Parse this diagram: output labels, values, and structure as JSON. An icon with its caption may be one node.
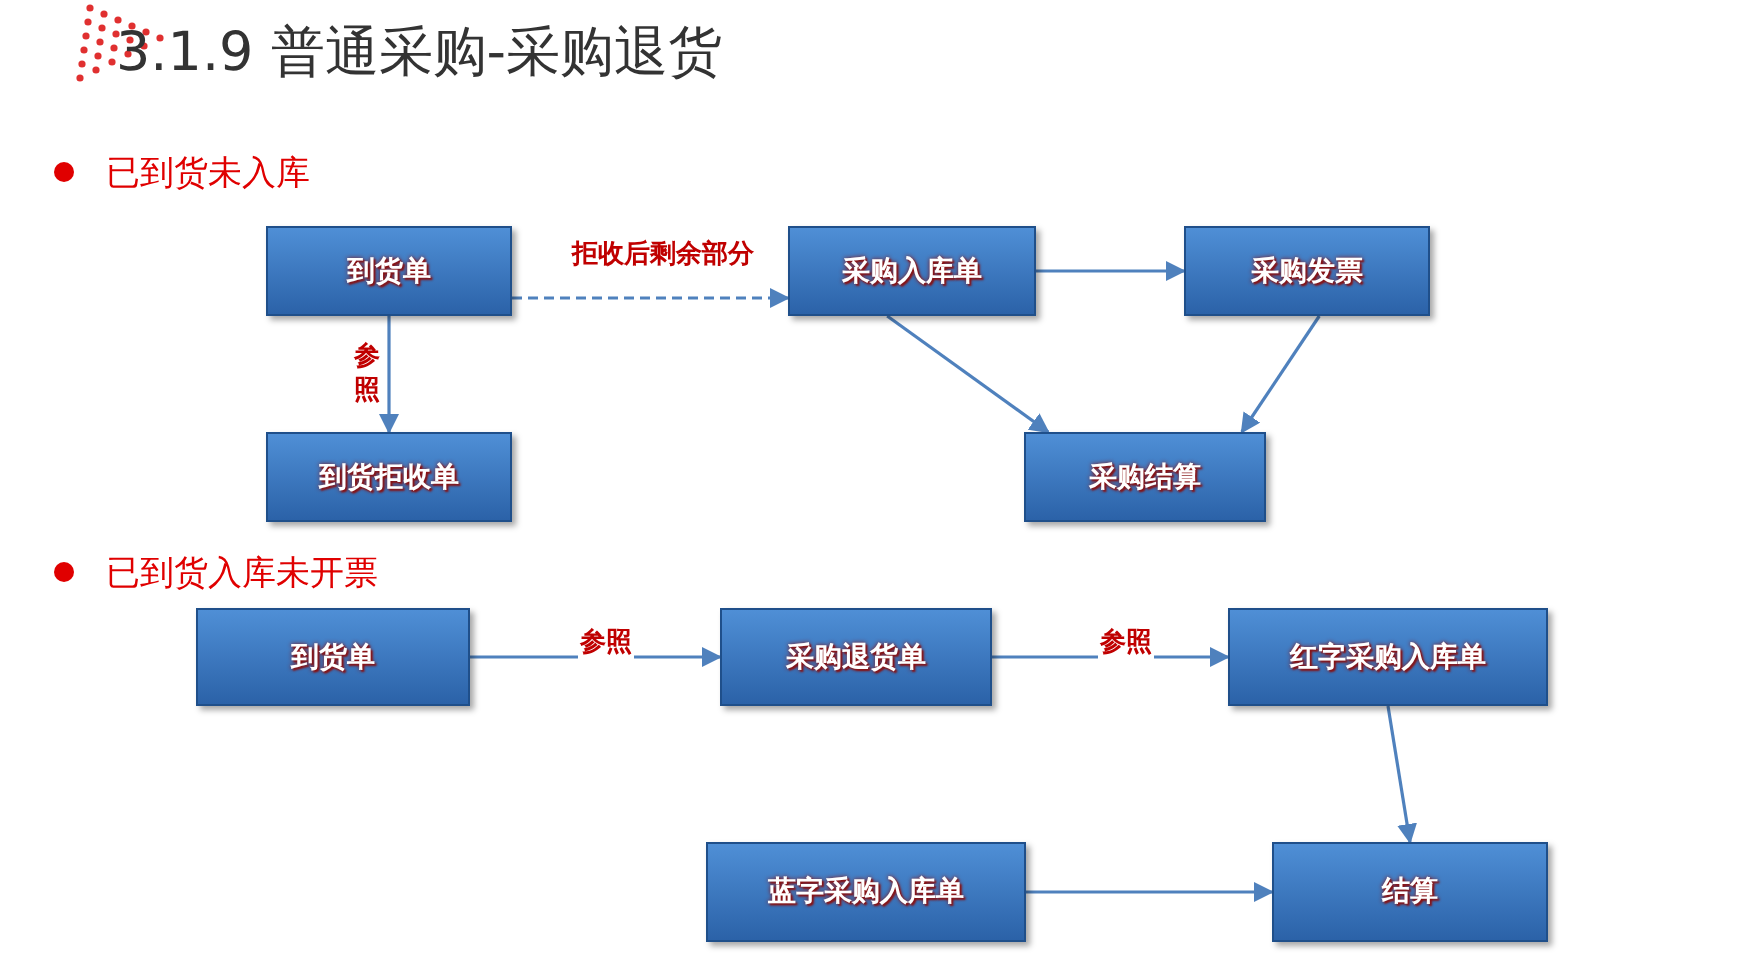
{
  "diagram": {
    "title": "3.1.9 普通采购-采购退货",
    "nodes": [
      {
        "text": [
          "到货单"
        ]
      },
      {
        "text": [
          "采购入库单"
        ]
      },
      {
        "text": [
          "采购发票"
        ]
      },
      {
        "text": [
          "到货拒收单"
        ]
      },
      {
        "text": [
          "采购结算"
        ]
      },
      {
        "text": [
          "到货单"
        ]
      },
      {
        "text": [
          "采购退货单"
        ]
      },
      {
        "text": [
          "红字采购入库单"
        ]
      },
      {
        "text": [
          "蓝字采购入库单"
        ]
      },
      {
        "text": [
          "结算"
        ]
      }
    ],
    "edges": [
      {
        "from": 0,
        "to": 1,
        "arrow": "to",
        "label": "拒收后剩余部分",
        "style": "dashed"
      },
      {
        "from": 0,
        "to": 3,
        "arrow": "to",
        "label": "参照"
      },
      {
        "from": 1,
        "to": 2,
        "arrow": "to"
      },
      {
        "from": 1,
        "to": 4,
        "arrow": "to"
      },
      {
        "from": 2,
        "to": 4,
        "arrow": "to"
      },
      {
        "from": 5,
        "to": 6,
        "arrow": "to",
        "label": "参照"
      },
      {
        "from": 6,
        "to": 7,
        "arrow": "to",
        "label": "参照"
      },
      {
        "from": 7,
        "to": 9,
        "arrow": "to"
      },
      {
        "from": 8,
        "to": 9,
        "arrow": "to"
      }
    ],
    "labels": [
      "已到货未入库",
      "已到货入库未开票"
    ]
  }
}
